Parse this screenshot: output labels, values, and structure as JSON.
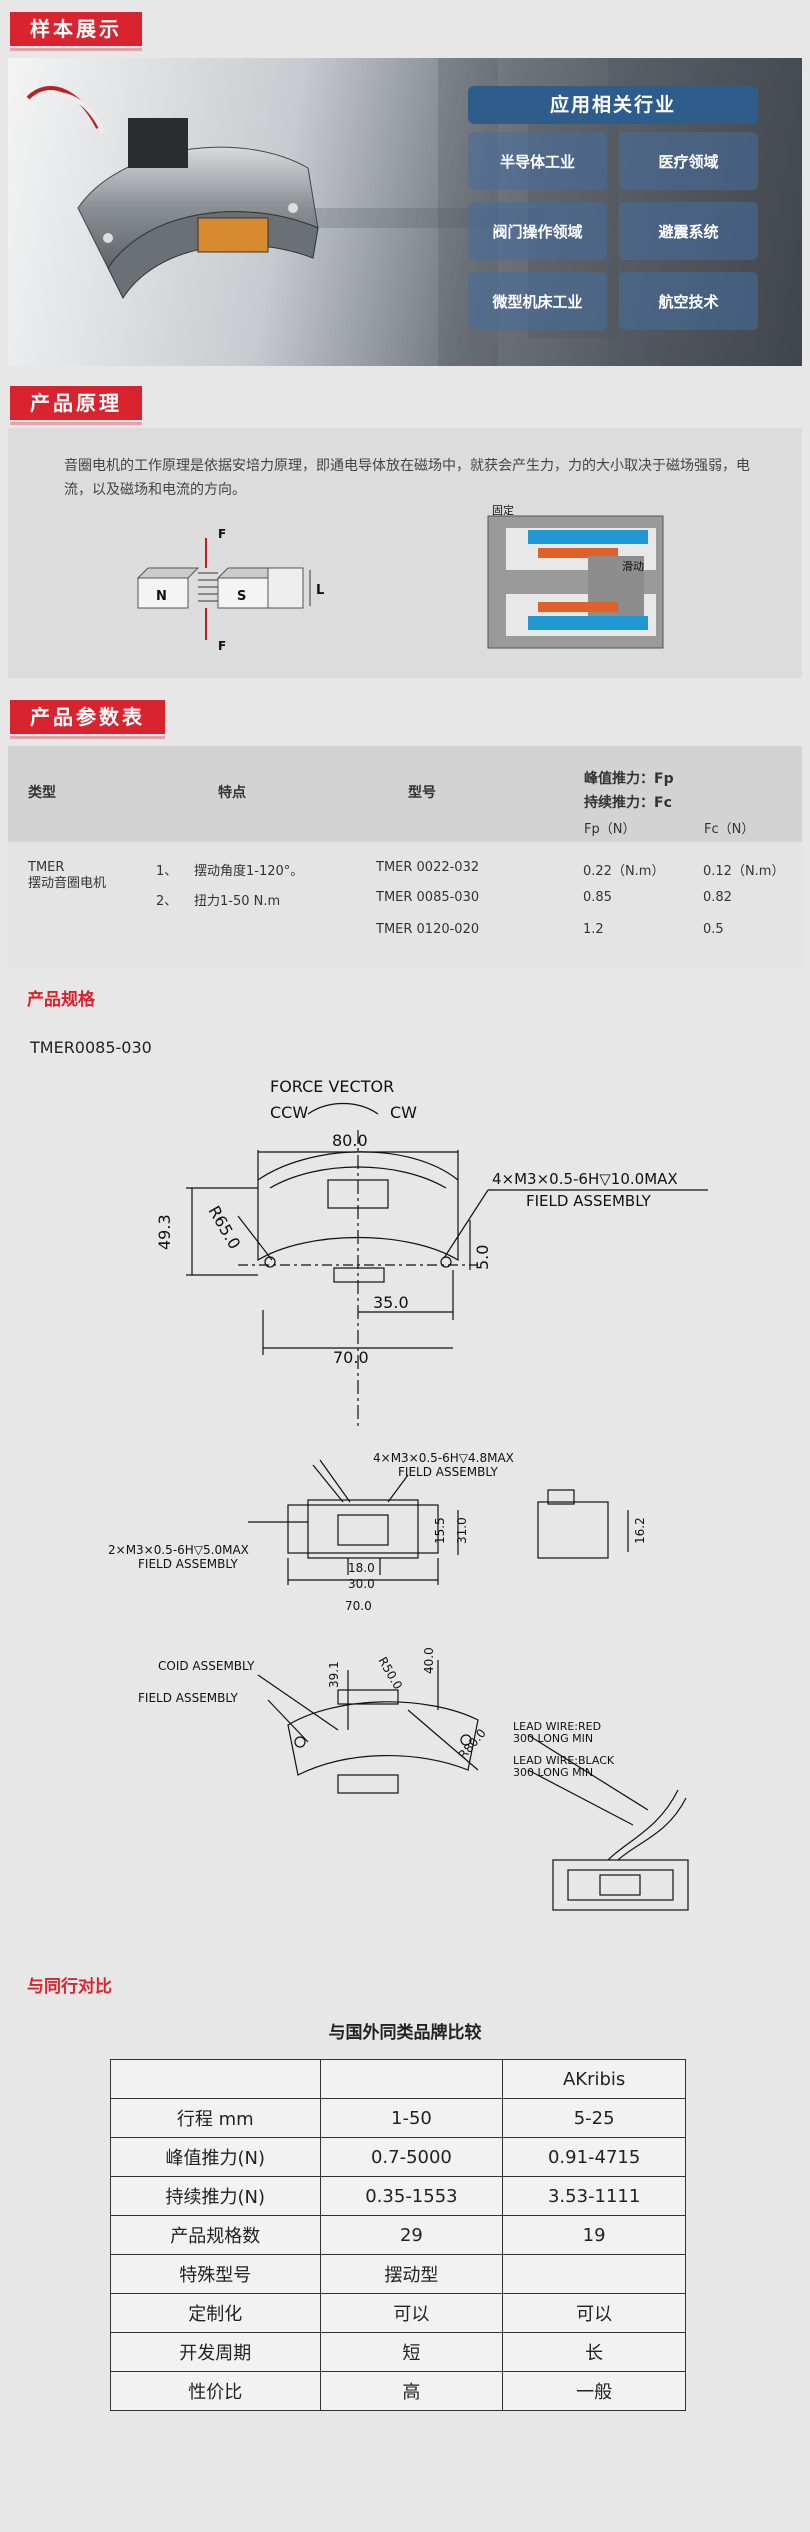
{
  "sections": {
    "samples": "样本展示",
    "principle": "产品原理",
    "params": "产品参数表"
  },
  "industries": {
    "title": "应用相关行业",
    "items": [
      "半导体工业",
      "医疗领域",
      "阀门操作领域",
      "避震系统",
      "微型机床工业",
      "航空技术"
    ]
  },
  "principle": {
    "text": "音圈电机的工作原理是依据安培力原理，即通电导体放在磁场中，就获会产生力，力的大小取决于磁场强弱，电流，以及磁场和电流的方向。",
    "diagram": {
      "f": "F",
      "n": "N",
      "s": "S",
      "l": "L",
      "fixed": "固定",
      "moving": "滑动"
    }
  },
  "params": {
    "headers": {
      "type": "类型",
      "feature": "特点",
      "model": "型号",
      "peak": "峰值推力：Fp",
      "cont": "持续推力：Fc",
      "fp": "Fp（N）",
      "fc": "Fc（N）"
    },
    "type_name": "TMER\n摆动音圈电机",
    "features": [
      {
        "num": "1、",
        "text": "摆动角度1-120°。"
      },
      {
        "num": "2、",
        "text": "扭力1-50 N.m"
      }
    ],
    "rows": [
      {
        "model": "TMER 0022-032",
        "fp": "0.22（N.m）",
        "fc": "0.12（N.m）"
      },
      {
        "model": "TMER 0085-030",
        "fp": "0.85",
        "fc": "0.82"
      },
      {
        "model": "TMER 0120-020",
        "fp": "1.2",
        "fc": "0.5"
      }
    ]
  },
  "spec": {
    "title": "产品规格",
    "model": "TMER0085-030",
    "drawing": {
      "force_vector": "FORCE VECTOR",
      "ccw": "CCW",
      "cw": "CW",
      "dim_80": "80.0",
      "dim_49_3": "49.3",
      "dim_r65": "R65.0",
      "dim_5": "5.0",
      "dim_35": "35.0",
      "dim_70": "70.0",
      "note_thread_1": "4×M3×0.5-6H▽10.0MAX",
      "note_field_1": "FIELD ASSEMBLY",
      "note_thread_2": "4×M3×0.5-6H▽4.8MAX",
      "note_field_2": "FIELD ASSEMBLY",
      "note_thread_3": "2×M3×0.5-6H▽5.0MAX",
      "note_field_3": "FIELD ASSEMBLY",
      "dim_15_5": "15.5",
      "dim_31": "31.0",
      "dim_16_2": "16.2",
      "dim_18": "18.0",
      "dim_30": "30.0",
      "dim_70b": "70.0",
      "coil_assembly": "COID ASSEMBLY",
      "field_assembly": "FIELD ASSEMBLY",
      "dim_39_1": "39.1",
      "dim_r50": "R50.0",
      "dim_40": "40.0",
      "dim_r80": "R80.0",
      "lead_red": "LEAD WIRE:RED",
      "lead_red_len": "300 LONG MIN",
      "lead_black": "LEAD WIRE:BLACK",
      "lead_black_len": "300 LONG MIN"
    }
  },
  "compare": {
    "heading": "与同行对比",
    "title": "与国外同类品牌比较",
    "columns": [
      "",
      "",
      "AKribis"
    ],
    "rows": [
      [
        "行程 mm",
        "1-50",
        "5-25"
      ],
      [
        "峰值推力(N)",
        "0.7-5000",
        "0.91-4715"
      ],
      [
        "持续推力(N)",
        "0.35-1553",
        "3.53-1111"
      ],
      [
        "产品规格数",
        "29",
        "19"
      ],
      [
        "特殊型号",
        "摆动型",
        ""
      ],
      [
        "定制化",
        "可以",
        "可以"
      ],
      [
        "开发周期",
        "短",
        "长"
      ],
      [
        "性价比",
        "高",
        "一般"
      ]
    ]
  },
  "colors": {
    "accent": "#d9232e",
    "panel": "#2f5d8b"
  }
}
